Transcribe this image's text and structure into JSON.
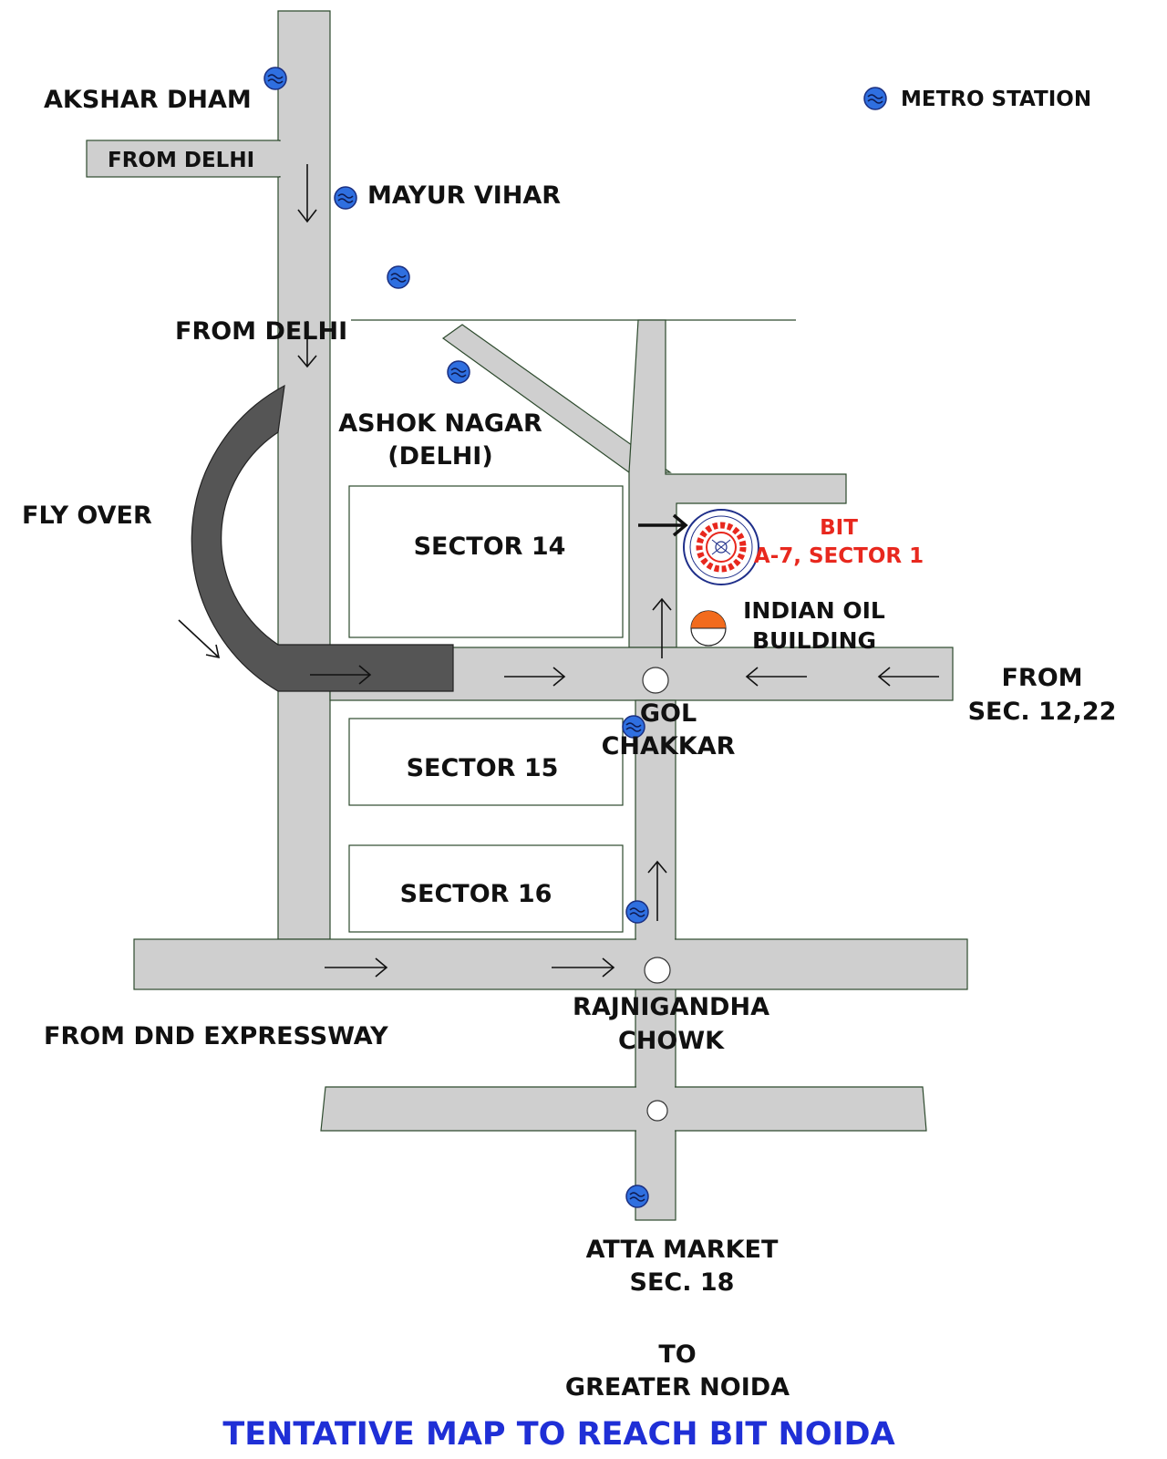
{
  "map": {
    "title": "TENTATIVE MAP TO REACH BIT NOIDA",
    "legend": {
      "label": "METRO STATION",
      "icon": "metro-station-icon"
    },
    "labels": {
      "akshar_dham": "AKSHAR DHAM",
      "from_delhi_top": "FROM DELHI",
      "mayur_vihar": "MAYUR VIHAR",
      "from_delhi_mid": "FROM DELHI",
      "ashok_nagar_1": "ASHOK NAGAR",
      "ashok_nagar_2": "(DELHI)",
      "fly_over": "FLY OVER",
      "sector_14": "SECTOR 14",
      "sector_15": "SECTOR 15",
      "sector_16": "SECTOR 16",
      "bit_1": "BIT",
      "bit_2": "A-7, SECTOR 1",
      "indian_oil_1": "INDIAN OIL",
      "indian_oil_2": "BUILDING",
      "from_sec_1": "FROM",
      "from_sec_2": "SEC. 12,22",
      "gol_1": "GOL",
      "gol_2": "CHAKKAR",
      "rajnigandha_1": "RAJNIGANDHA",
      "rajnigandha_2": "CHOWK",
      "from_dnd": "FROM DND EXPRESSWAY",
      "atta_1": "ATTA MARKET",
      "atta_2": "SEC. 18",
      "to_1": "TO",
      "to_2": "GREATER NOIDA"
    },
    "colors": {
      "road": "#cfcfcf",
      "flyover": "#555555",
      "metro": "#2f6fe0",
      "title": "#1f2fd6",
      "bit": "#e8281e",
      "indian_oil": "#f26b1d"
    }
  }
}
